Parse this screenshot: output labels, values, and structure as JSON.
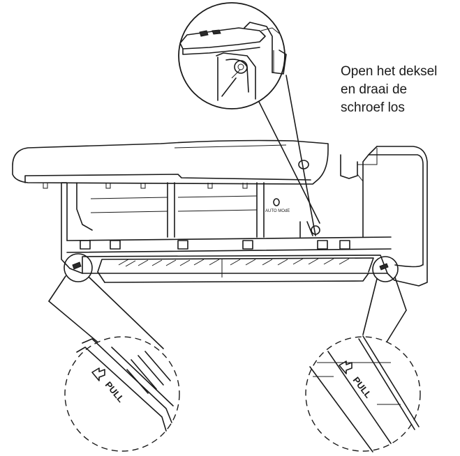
{
  "callout": {
    "line1": "Open het deksel",
    "line2": "en draai de",
    "line3": "schroef los"
  },
  "unit_labels": {
    "auto_mode": "AUTO MOdE",
    "pull_left": "PULL",
    "pull_right": "PULL"
  }
}
